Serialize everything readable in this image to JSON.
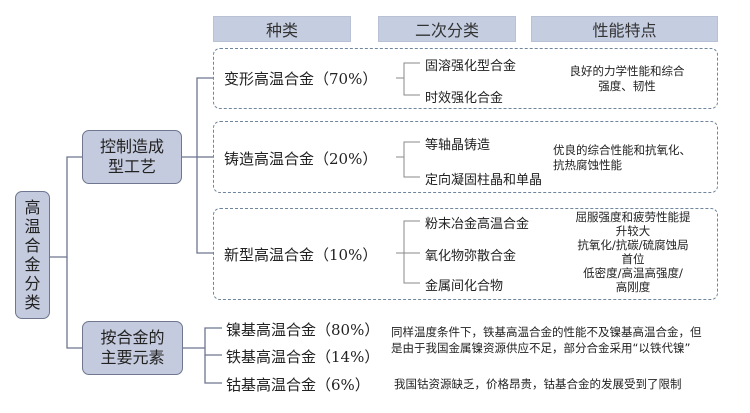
{
  "root": {
    "label": "高温合金分类"
  },
  "headers": [
    "种类",
    "二次分类",
    "性能特点"
  ],
  "branches": [
    {
      "label_lines": [
        "控制造成",
        "型工艺"
      ],
      "groups": [
        {
          "label": "变形高温合金（70%）",
          "children": [
            "固溶强化型合金",
            "时效强化合金"
          ],
          "features": [
            "良好的力学性能和综合",
            "强度、韧性"
          ]
        },
        {
          "label": "铸造高温合金（20%）",
          "children": [
            "等轴晶铸造",
            "定向凝固柱晶和单晶"
          ],
          "features": [
            "优良的综合性能和抗氧化、",
            "抗热腐蚀性能"
          ]
        },
        {
          "label": "新型高温合金（10%）",
          "children": [
            "粉末冶金高温合金",
            "氧化物弥散合金",
            "金属间化合物"
          ],
          "features": [
            "屈服强度和疲劳性能提",
            "升较大",
            "抗氧化/抗碳/硫腐蚀局",
            "首位",
            "低密度/高温高强度/",
            "高刚度"
          ]
        }
      ]
    },
    {
      "label_lines": [
        "按合金的",
        "主要元素"
      ],
      "items": [
        {
          "label": "镍基高温合金（80%）"
        },
        {
          "label": "铁基高温合金（14%）"
        },
        {
          "label": "钴基高温合金（6%）"
        }
      ],
      "notes": [
        "同样温度条件下，铁基高温合金的性能不及镍基高温合金，但",
        "是由于我国金属镍资源供应不足，部分合金采用“以铁代镍”",
        "我国钴资源缺乏，价格昂贵，钴基合金的发展受到了限制"
      ]
    }
  ]
}
